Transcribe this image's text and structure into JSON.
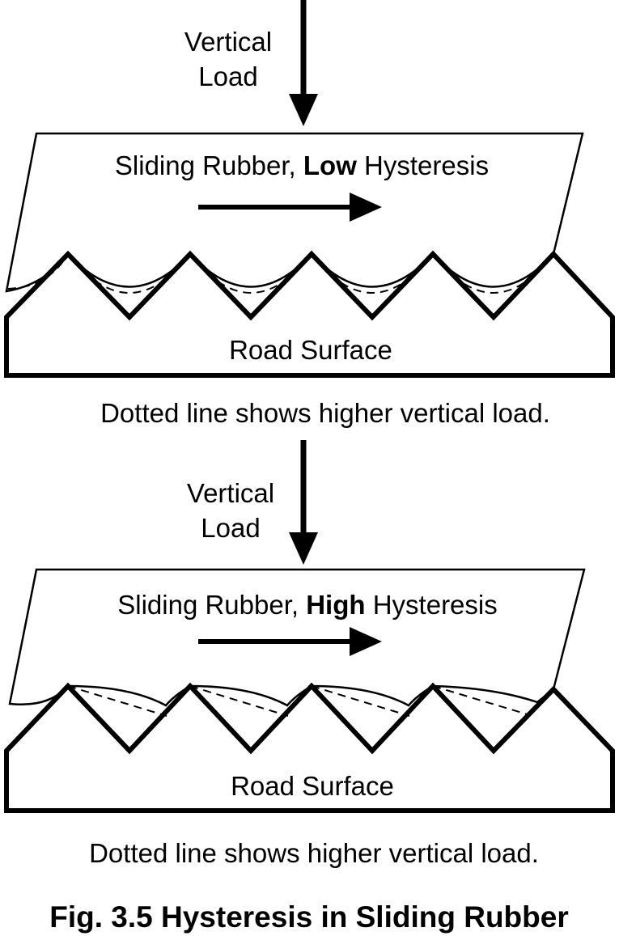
{
  "colors": {
    "ink": "#000000",
    "background": "#ffffff"
  },
  "panels": [
    {
      "id": "low",
      "load_label_line1": "Vertical",
      "load_label_line2": "Load",
      "rubber_label_prefix": "Sliding Rubber, ",
      "rubber_label_emphasis": "Low",
      "rubber_label_suffix": " Hysteresis",
      "road_label": "Road Surface",
      "caption": "Dotted line shows higher vertical load."
    },
    {
      "id": "high",
      "load_label_line1": "Vertical",
      "load_label_line2": "Load",
      "rubber_label_prefix": "Sliding Rubber, ",
      "rubber_label_emphasis": "High",
      "rubber_label_suffix": " Hysteresis",
      "road_label": "Road Surface",
      "caption": "Dotted line shows higher vertical load."
    }
  ],
  "figure_title": "Fig. 3.5 Hysteresis in Sliding Rubber"
}
